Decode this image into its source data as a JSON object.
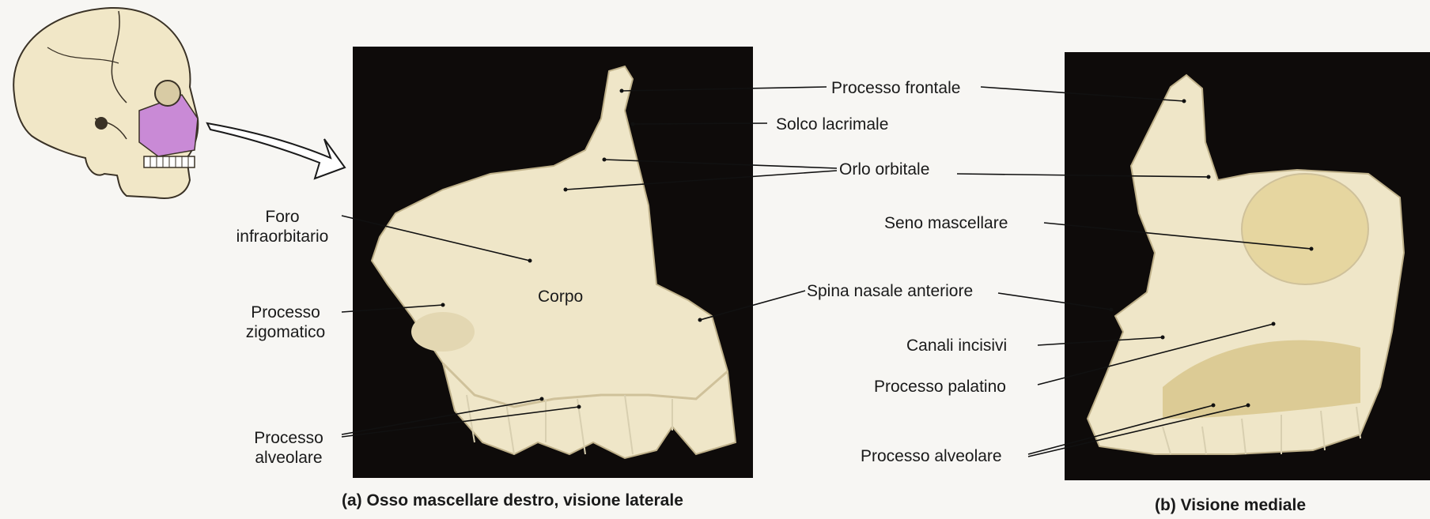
{
  "labels_a": {
    "foro": "Foro\ninfraorbitario",
    "zigomatico": "Processo\nzigomatico",
    "alveolare": "Processo\nalveolare",
    "corpo": "Corpo"
  },
  "labels_center": {
    "frontale": "Processo frontale",
    "lacrimale": "Solco lacrimale",
    "orbitale": "Orlo orbitale",
    "seno": "Seno mascellare",
    "spina": "Spina nasale anteriore",
    "canali": "Canali incisivi",
    "palatino": "Processo palatino",
    "alveolare_b": "Processo alveolare"
  },
  "captions": {
    "a": "(a)  Osso mascellare destro, visione laterale",
    "b": "(b)  Visione mediale"
  },
  "colors": {
    "bone": "#efe6c8",
    "bone_shadow": "#cfc19a",
    "background_photo": "#0e0b0a",
    "highlight": "#c98ad6"
  }
}
